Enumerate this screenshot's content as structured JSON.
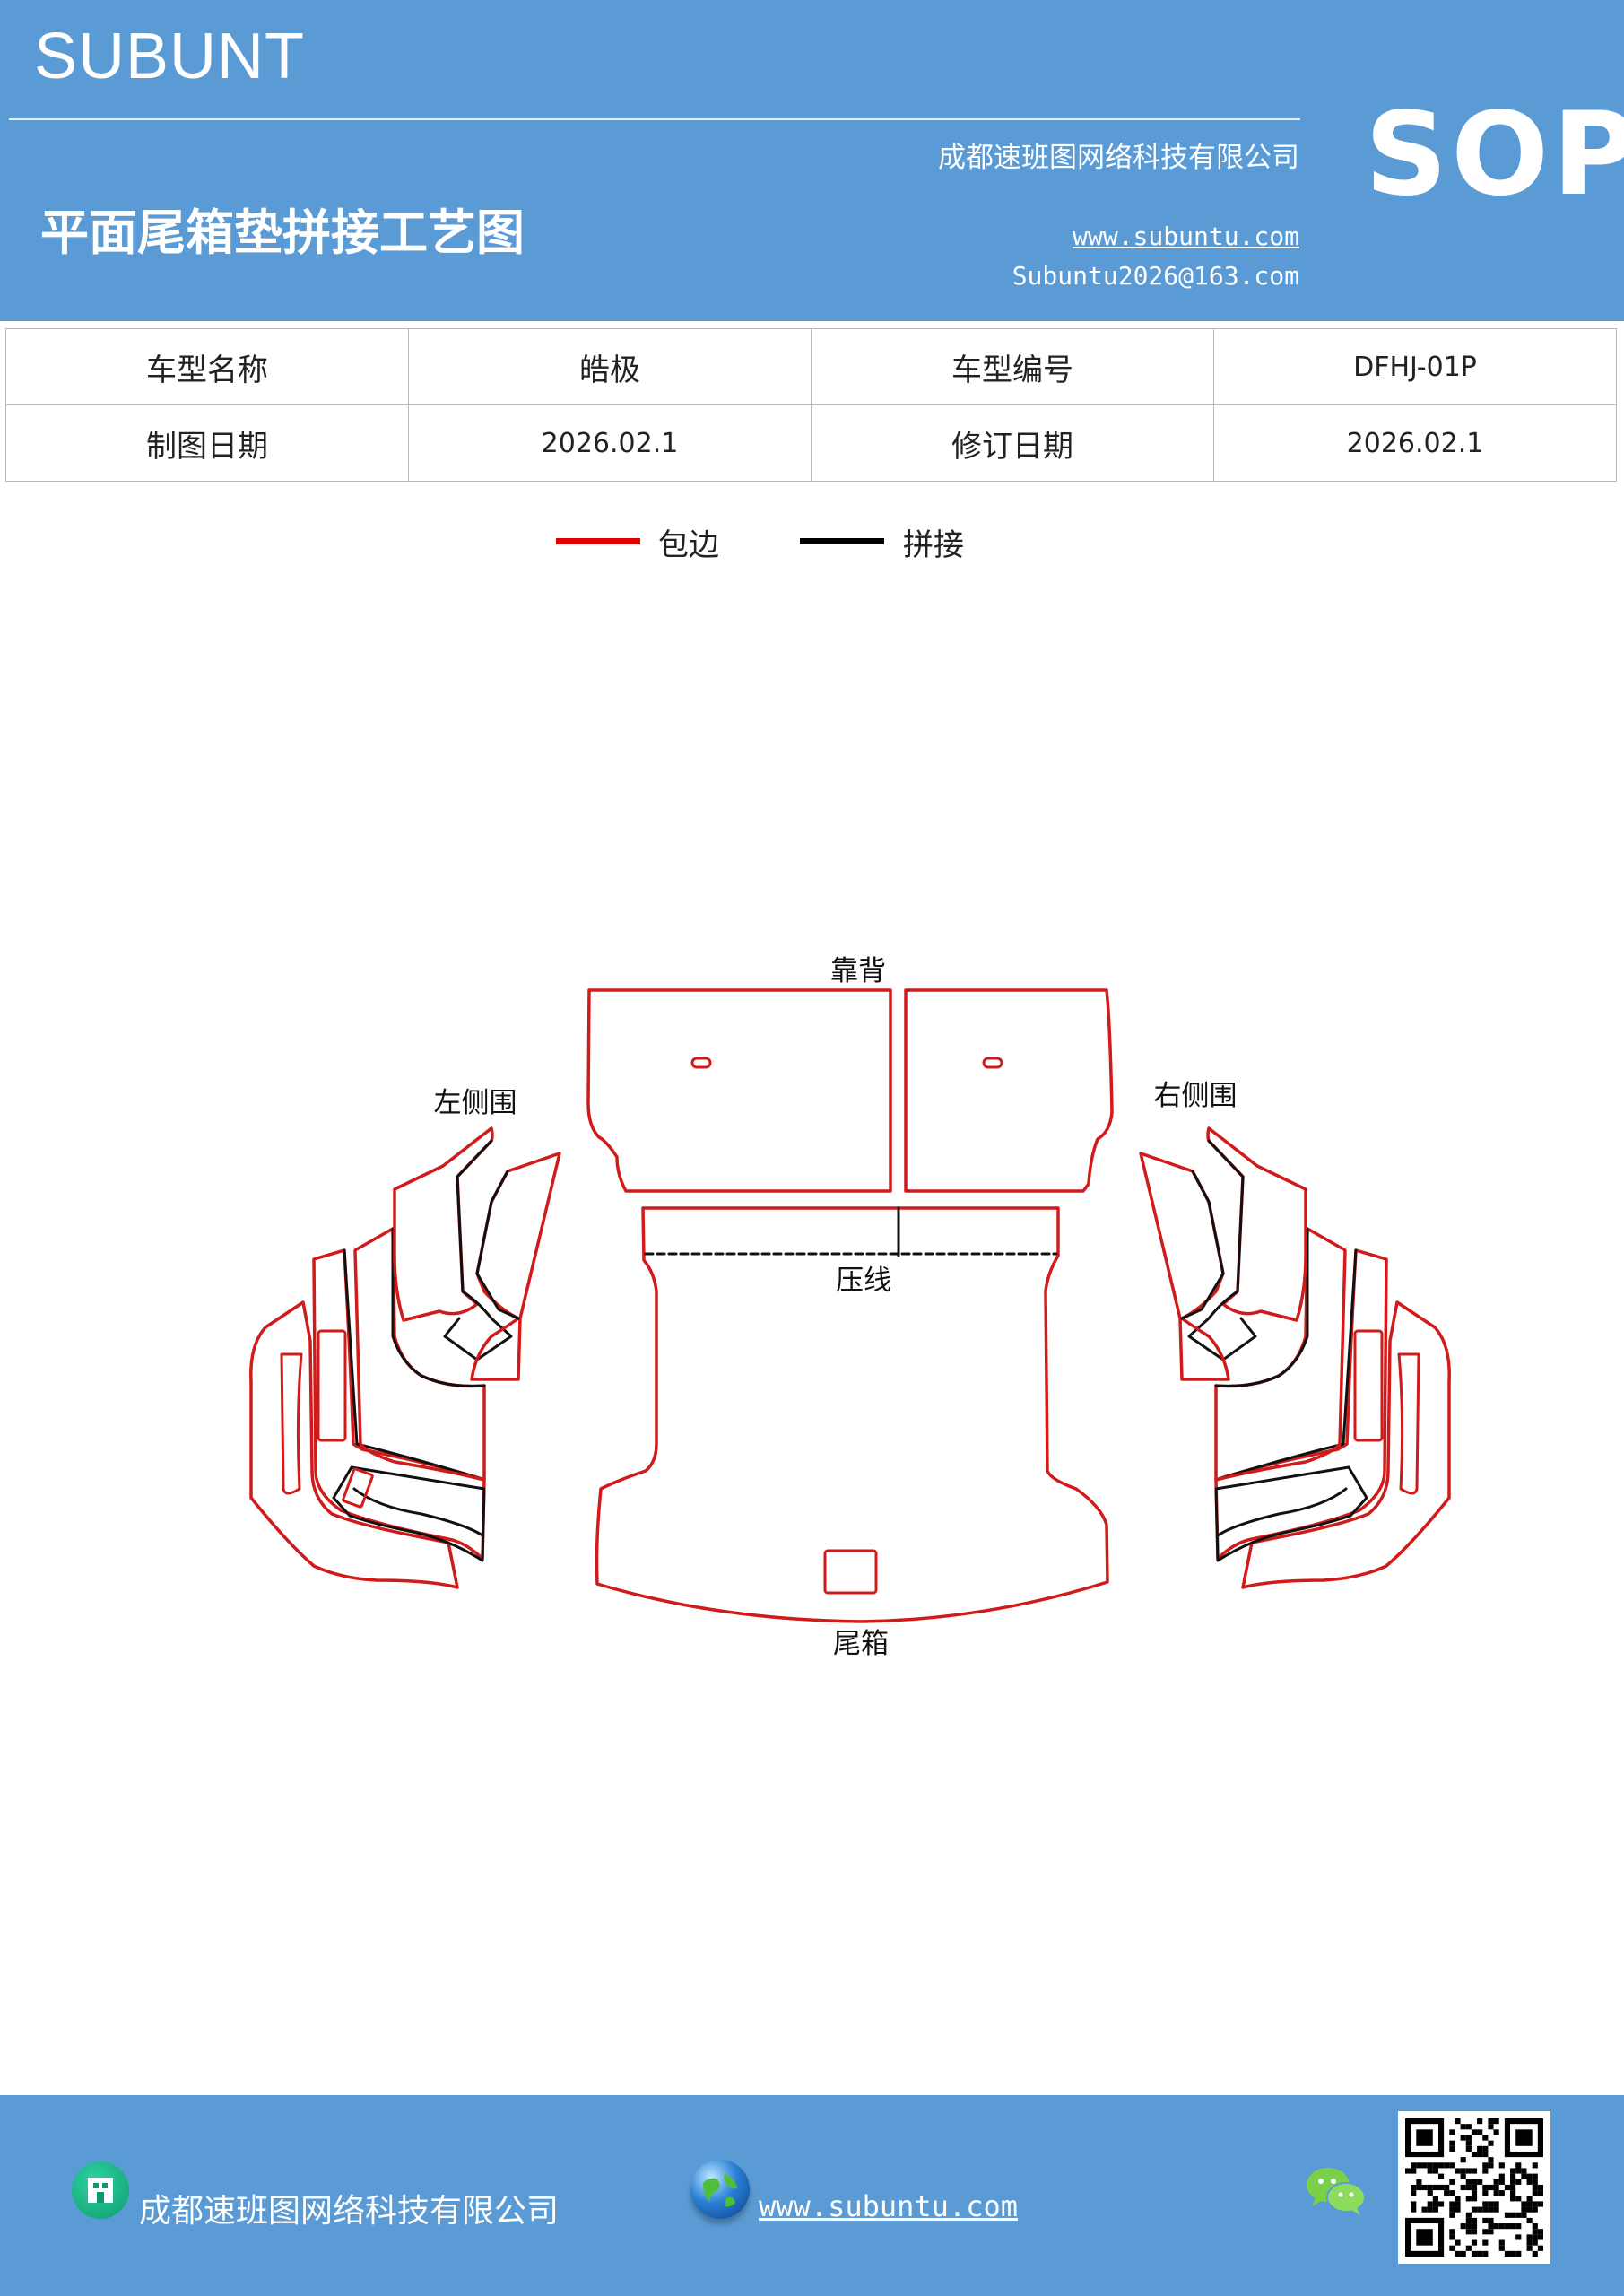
{
  "header": {
    "brand": "SUBUNT",
    "title": "平面尾箱垫拼接工艺图",
    "company": "成都速班图网络科技有限公司",
    "website": "www.subuntu.com",
    "email": "Subuntu2026@163.com",
    "badge": "SOP"
  },
  "info_table": {
    "rows": [
      {
        "label1": "车型名称",
        "value1": "皓极",
        "label2": "车型编号",
        "value2": "DFHJ-01P"
      },
      {
        "label1": "制图日期",
        "value1": "2026.02.1",
        "label2": "修订日期",
        "value2": "2026.02.1"
      }
    ]
  },
  "legend": {
    "items": [
      {
        "label": "包边",
        "color": "#e00000"
      },
      {
        "label": "拼接",
        "color": "#000000"
      }
    ]
  },
  "diagram": {
    "labels": {
      "backrest": "靠背",
      "crease": "压线",
      "trunk": "尾箱",
      "left_side": "左侧围",
      "right_side": "右侧围"
    },
    "edge_color": "#d11a1a",
    "seam_color": "#111111"
  },
  "footer": {
    "company": "成都速班图网络科技有限公司",
    "website": "www.subuntu.com",
    "icons": [
      "building-icon",
      "globe-icon",
      "wechat-icon",
      "qr-code"
    ]
  }
}
